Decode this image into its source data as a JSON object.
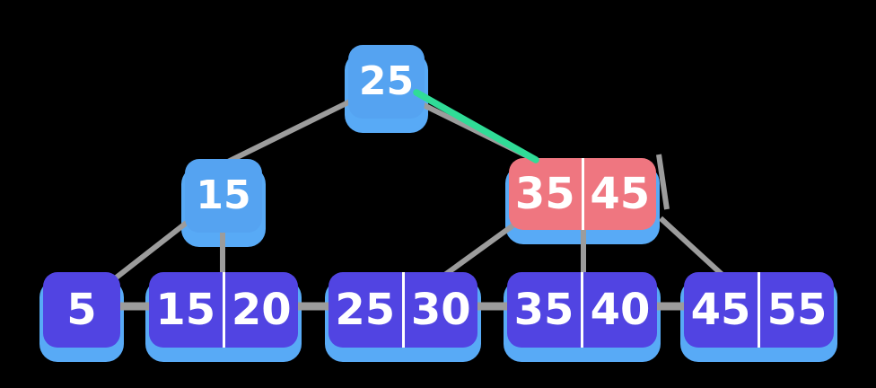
{
  "diagram": {
    "kind": "b-plus-tree-visualization",
    "levels": 3
  },
  "colors": {
    "background": "#000000",
    "internal_node": "#55A3F1",
    "node_shadow": "#58AAF6",
    "leaf_node": "#5144E2",
    "highlight_node": "#EF7680",
    "edge": "#9C9C9C",
    "highlight_edge": "#30DC97",
    "divider": "#FFFFFF",
    "key_text": "#FFFFFF"
  },
  "tree": {
    "nodes": [
      {
        "id": "root",
        "level": 0,
        "style": "internal",
        "keys": [
          "25"
        ]
      },
      {
        "id": "n15",
        "level": 1,
        "style": "internal",
        "keys": [
          "15"
        ]
      },
      {
        "id": "n3545",
        "level": 1,
        "style": "highlight",
        "keys": [
          "35",
          "45"
        ]
      },
      {
        "id": "leaf5",
        "level": 2,
        "style": "leaf",
        "keys": [
          "5"
        ]
      },
      {
        "id": "leaf1520",
        "level": 2,
        "style": "leaf",
        "keys": [
          "15",
          "20"
        ]
      },
      {
        "id": "leaf2530",
        "level": 2,
        "style": "leaf",
        "keys": [
          "25",
          "30"
        ]
      },
      {
        "id": "leaf3540",
        "level": 2,
        "style": "leaf",
        "keys": [
          "35",
          "40"
        ]
      },
      {
        "id": "leaf4555",
        "level": 2,
        "style": "leaf",
        "keys": [
          "45",
          "55"
        ]
      }
    ],
    "edges": [
      {
        "from": "root",
        "to": "n15",
        "highlighted": false
      },
      {
        "from": "root",
        "to": "n3545",
        "highlighted": true
      },
      {
        "from": "n15",
        "to": "leaf5",
        "highlighted": false
      },
      {
        "from": "n15",
        "to": "leaf1520",
        "highlighted": false
      },
      {
        "from": "n3545",
        "to": "leaf2530",
        "highlighted": false
      },
      {
        "from": "n3545",
        "to": "leaf3540",
        "highlighted": false
      },
      {
        "from": "n3545",
        "to": "leaf4555",
        "highlighted": false
      },
      {
        "from": "leaf5",
        "to": "leaf1520",
        "type": "leaf-link"
      },
      {
        "from": "leaf1520",
        "to": "leaf2530",
        "type": "leaf-link"
      },
      {
        "from": "leaf2530",
        "to": "leaf3540",
        "type": "leaf-link"
      },
      {
        "from": "leaf3540",
        "to": "leaf4555",
        "type": "leaf-link"
      }
    ]
  }
}
